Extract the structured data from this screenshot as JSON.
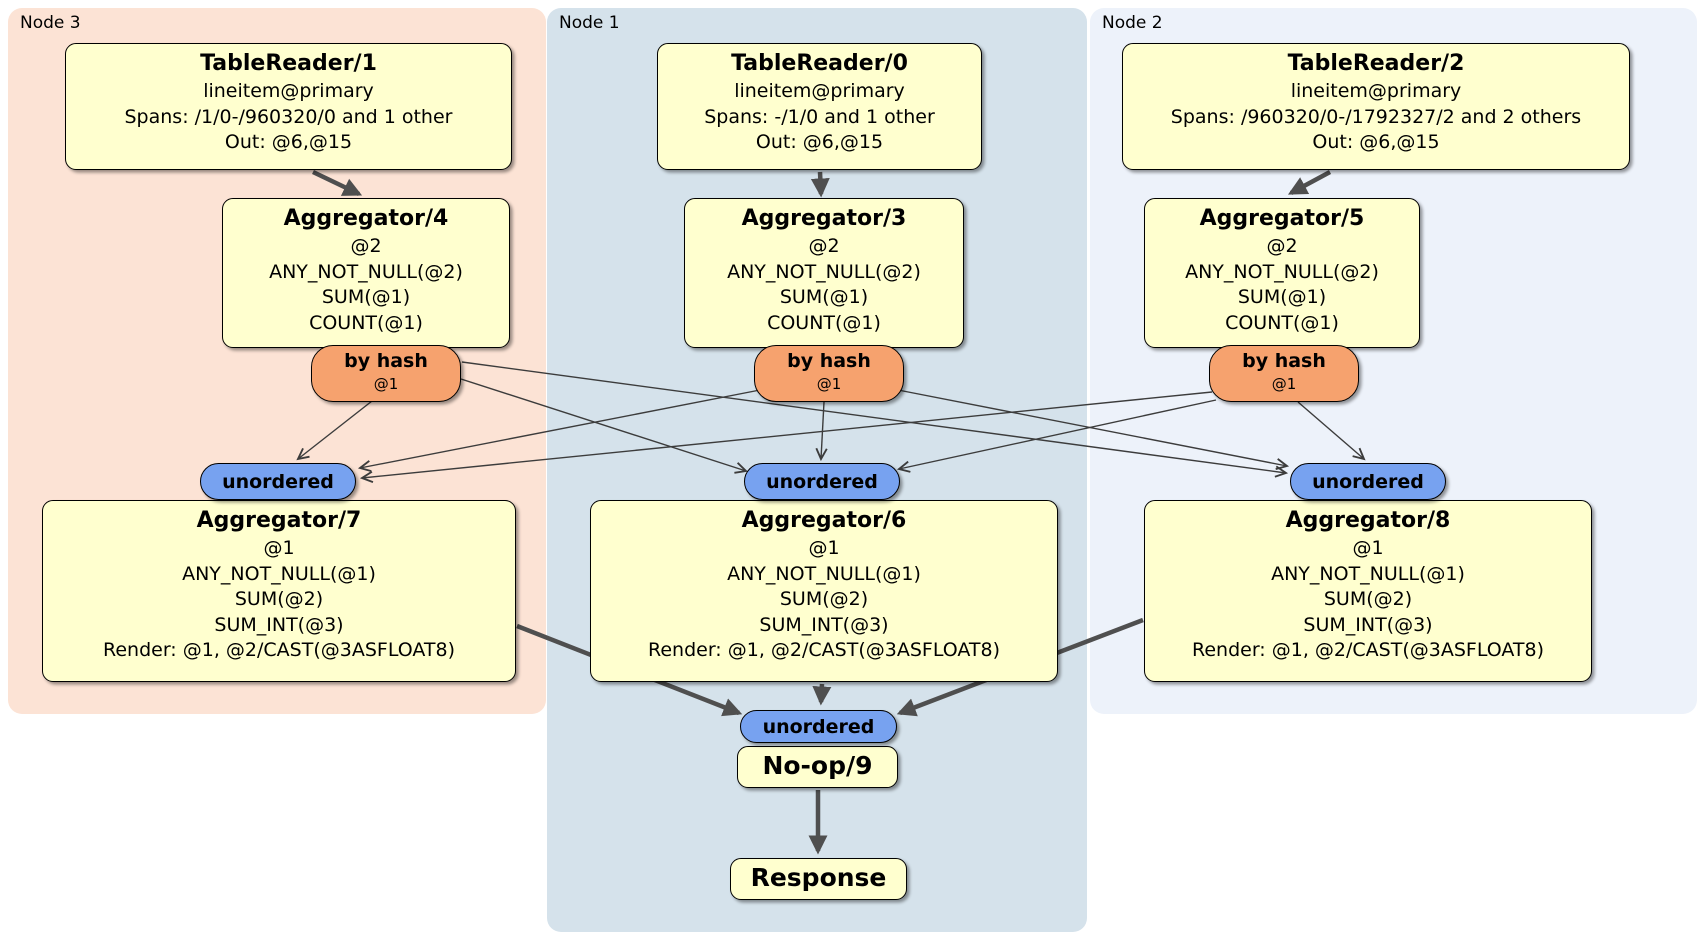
{
  "colors": {
    "group_node3_bg": "#fce3d5",
    "group_node1_bg": "#d5e2eb",
    "group_node2_bg": "#edf2fa",
    "processor_bg": "#ffffcf",
    "router_bg": "#f6a26e",
    "stream_bg": "#77a2f0",
    "edge_thin": "#3c3c3c",
    "edge_thick": "#4f4f4f"
  },
  "groups": [
    {
      "id": "node3",
      "label": "Node 3"
    },
    {
      "id": "node1",
      "label": "Node 1"
    },
    {
      "id": "node2",
      "label": "Node 2"
    }
  ],
  "processors": [
    {
      "id": "tr1",
      "title": "TableReader/1",
      "lines": [
        "lineitem@primary",
        "Spans: /1/0-/960320/0 and 1 other",
        "Out: @6,@15"
      ]
    },
    {
      "id": "tr0",
      "title": "TableReader/0",
      "lines": [
        "lineitem@primary",
        "Spans: -/1/0 and 1 other",
        "Out: @6,@15"
      ]
    },
    {
      "id": "tr2",
      "title": "TableReader/2",
      "lines": [
        "lineitem@primary",
        "Spans: /960320/0-/1792327/2 and 2 others",
        "Out: @6,@15"
      ]
    },
    {
      "id": "agg4",
      "title": "Aggregator/4",
      "lines": [
        "@2",
        "ANY_NOT_NULL(@2)",
        "SUM(@1)",
        "COUNT(@1)"
      ]
    },
    {
      "id": "agg3",
      "title": "Aggregator/3",
      "lines": [
        "@2",
        "ANY_NOT_NULL(@2)",
        "SUM(@1)",
        "COUNT(@1)"
      ]
    },
    {
      "id": "agg5",
      "title": "Aggregator/5",
      "lines": [
        "@2",
        "ANY_NOT_NULL(@2)",
        "SUM(@1)",
        "COUNT(@1)"
      ]
    },
    {
      "id": "agg7",
      "title": "Aggregator/7",
      "lines": [
        "@1",
        "ANY_NOT_NULL(@1)",
        "SUM(@2)",
        "SUM_INT(@3)",
        "Render: @1, @2/CAST(@3ASFLOAT8)"
      ]
    },
    {
      "id": "agg6",
      "title": "Aggregator/6",
      "lines": [
        "@1",
        "ANY_NOT_NULL(@1)",
        "SUM(@2)",
        "SUM_INT(@3)",
        "Render: @1, @2/CAST(@3ASFLOAT8)"
      ]
    },
    {
      "id": "agg8",
      "title": "Aggregator/8",
      "lines": [
        "@1",
        "ANY_NOT_NULL(@1)",
        "SUM(@2)",
        "SUM_INT(@3)",
        "Render: @1, @2/CAST(@3ASFLOAT8)"
      ]
    },
    {
      "id": "noop",
      "title": "No-op/9",
      "lines": [],
      "big": true
    },
    {
      "id": "resp",
      "title": "Response",
      "lines": [],
      "big": true
    }
  ],
  "routers": [
    {
      "id": "bh4",
      "label": "by hash",
      "sublabel": "@1"
    },
    {
      "id": "bh3",
      "label": "by hash",
      "sublabel": "@1"
    },
    {
      "id": "bh5",
      "label": "by hash",
      "sublabel": "@1"
    }
  ],
  "streams": [
    {
      "id": "u7",
      "label": "unordered"
    },
    {
      "id": "u6",
      "label": "unordered"
    },
    {
      "id": "u8",
      "label": "unordered"
    },
    {
      "id": "ub",
      "label": "unordered"
    }
  ],
  "edges": [
    {
      "from": "tr1",
      "to": "agg4",
      "weight": "thick"
    },
    {
      "from": "tr0",
      "to": "agg3",
      "weight": "thick"
    },
    {
      "from": "tr2",
      "to": "agg5",
      "weight": "thick"
    },
    {
      "from": "bh4",
      "to": "u7",
      "weight": "thin"
    },
    {
      "from": "bh4",
      "to": "u6",
      "weight": "thin"
    },
    {
      "from": "bh4",
      "to": "u8",
      "weight": "thin"
    },
    {
      "from": "bh3",
      "to": "u7",
      "weight": "thin"
    },
    {
      "from": "bh3",
      "to": "u6",
      "weight": "thin"
    },
    {
      "from": "bh3",
      "to": "u8",
      "weight": "thin"
    },
    {
      "from": "bh5",
      "to": "u7",
      "weight": "thin"
    },
    {
      "from": "bh5",
      "to": "u6",
      "weight": "thin"
    },
    {
      "from": "bh5",
      "to": "u8",
      "weight": "thin"
    },
    {
      "from": "agg7",
      "to": "ub",
      "weight": "thick"
    },
    {
      "from": "agg6",
      "to": "ub",
      "weight": "thick"
    },
    {
      "from": "agg8",
      "to": "ub",
      "weight": "thick"
    },
    {
      "from": "noop",
      "to": "resp",
      "weight": "thick"
    }
  ]
}
